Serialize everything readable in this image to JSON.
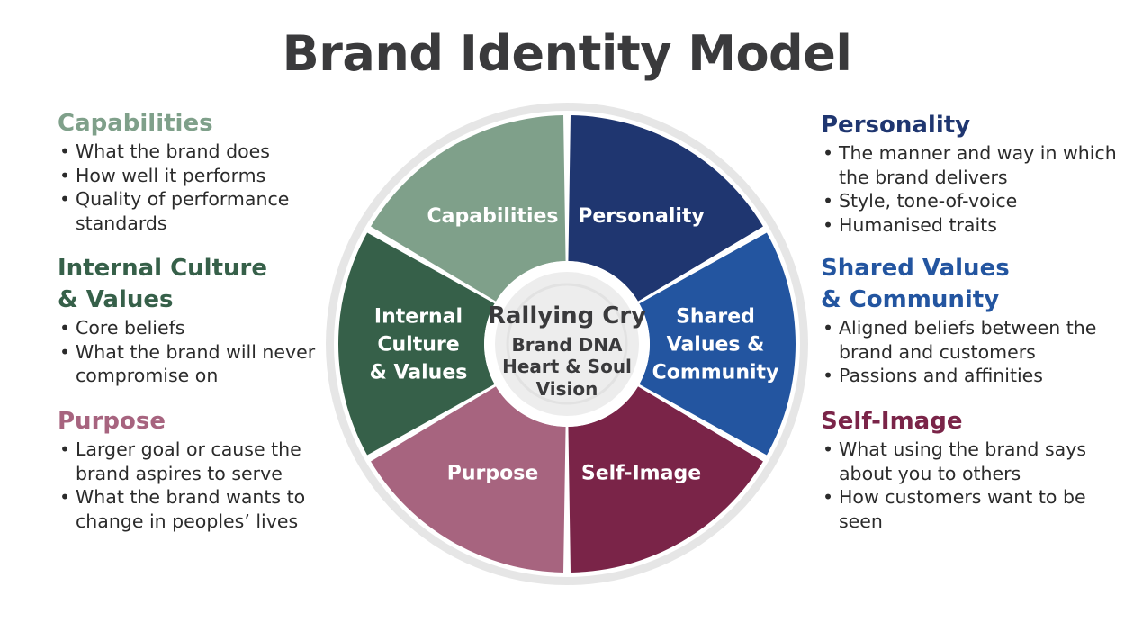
{
  "title": "Brand Identity Model",
  "colors": {
    "capabilities": "#7fa08a",
    "personality": "#1f3670",
    "shared_values": "#2355a0",
    "self_image": "#7a2448",
    "purpose": "#a7647f",
    "internal_culture": "#366049"
  },
  "wheel": {
    "center": {
      "title": "Rallying Cry",
      "lines": [
        "Brand DNA",
        "Heart & Soul",
        "Vision"
      ]
    },
    "segments": {
      "capabilities": [
        "Capabilities"
      ],
      "personality": [
        "Personality"
      ],
      "shared_values": [
        "Shared",
        "Values &",
        "Community"
      ],
      "self_image": [
        "Self-Image"
      ],
      "purpose": [
        "Purpose"
      ],
      "internal_culture": [
        "Internal",
        "Culture",
        "& Values"
      ]
    }
  },
  "left": {
    "capabilities": {
      "heading": "Capabilities",
      "bullets": [
        "What the brand does",
        "How well it performs",
        "Quality of performance standards"
      ]
    },
    "internal_culture": {
      "heading_line1": "Internal Culture",
      "heading_line2": "& Values",
      "bullets": [
        "Core beliefs",
        "What the brand will never compromise on"
      ]
    },
    "purpose": {
      "heading": "Purpose",
      "bullets": [
        "Larger goal or cause the brand aspires to serve",
        "What the brand wants to change in peoples’ lives"
      ]
    }
  },
  "right": {
    "personality": {
      "heading": "Personality",
      "bullets": [
        "The manner and way in which the brand delivers",
        "Style, tone-of-voice",
        "Humanised traits"
      ]
    },
    "shared_values": {
      "heading_line1": "Shared Values",
      "heading_line2": "& Community",
      "bullets": [
        "Aligned beliefs between the brand and customers",
        "Passions and affinities"
      ]
    },
    "self_image": {
      "heading": "Self-Image",
      "bullets": [
        "What using the brand says about you to others",
        "How customers want to be seen"
      ]
    }
  }
}
